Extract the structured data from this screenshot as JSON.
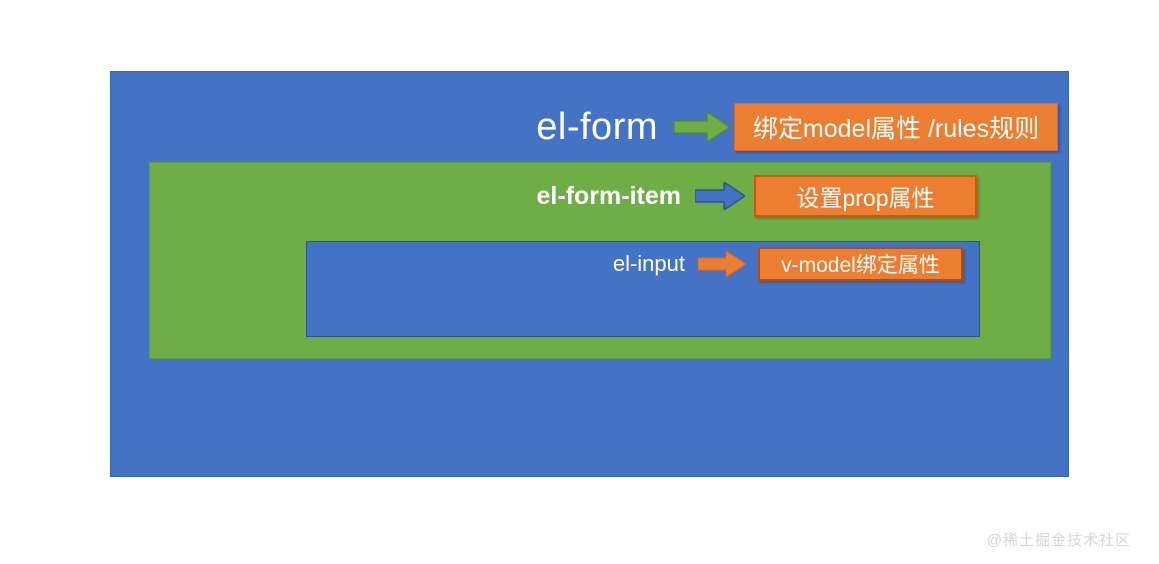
{
  "diagram": {
    "title": "el-form nested component structure",
    "colors": {
      "blue": "#4472C4",
      "green": "#6FAD47",
      "orange": "#ED7D31",
      "white": "#FFFFFF",
      "watermark_gray": "#D6D6D6"
    },
    "rows": [
      {
        "label": "el-form",
        "arrow_icon": "right-arrow-icon",
        "arrow_color": "#6FAD47",
        "callout": "绑定model属性 /rules规则",
        "container": "outer-blue-box"
      },
      {
        "label": "el-form-item",
        "arrow_icon": "right-arrow-icon",
        "arrow_color": "#4472C4",
        "callout": "设置prop属性",
        "container": "middle-green-box"
      },
      {
        "label": "el-input",
        "arrow_icon": "right-arrow-icon",
        "arrow_color": "#ED7D31",
        "callout": "v-model绑定属性",
        "container": "inner-blue-box"
      }
    ]
  },
  "watermark": {
    "text": "@稀土掘金技术社区"
  }
}
